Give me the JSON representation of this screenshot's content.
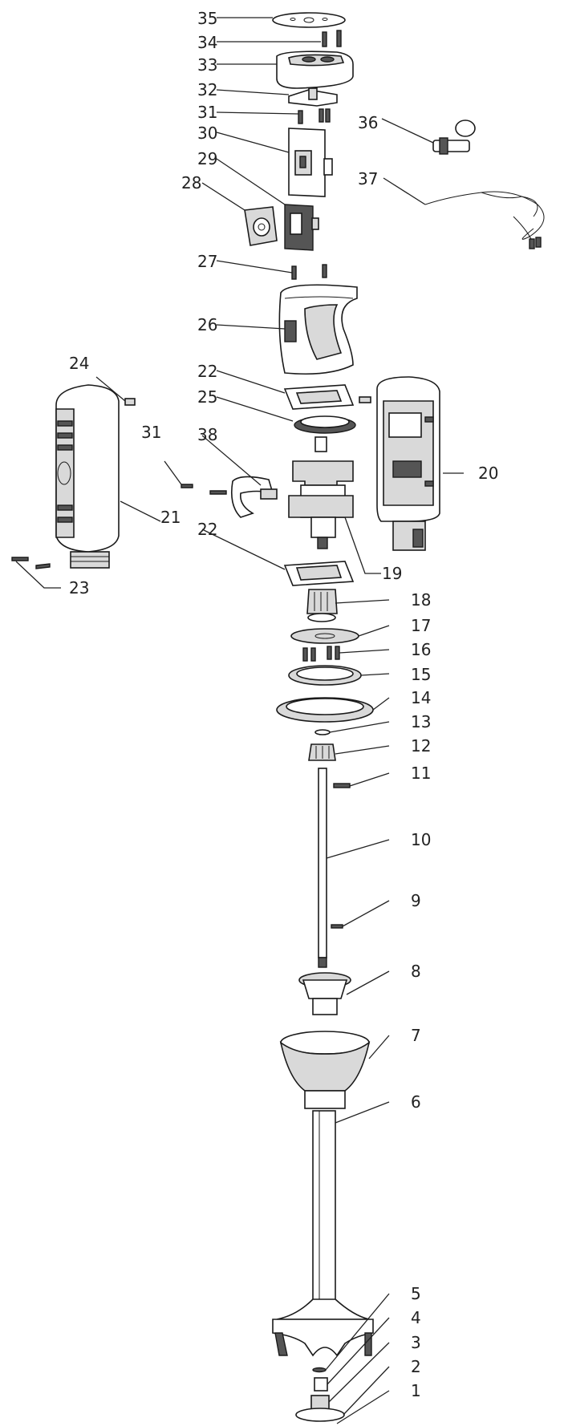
{
  "labels": {
    "n1": "1",
    "n2": "2",
    "n3": "3",
    "n4": "4",
    "n5": "5",
    "n6": "6",
    "n7": "7",
    "n8": "8",
    "n9": "9",
    "n10": "10",
    "n11": "11",
    "n12": "12",
    "n13": "13",
    "n14": "14",
    "n15": "15",
    "n16": "16",
    "n17": "17",
    "n18": "18",
    "n19": "19",
    "n20": "20",
    "n21": "21",
    "n22a": "22",
    "n22b": "22",
    "n23": "23",
    "n24": "24",
    "n25": "25",
    "n26": "26",
    "n27": "27",
    "n28": "28",
    "n29": "29",
    "n30": "30",
    "n31a": "31",
    "n31b": "31",
    "n32": "32",
    "n33": "33",
    "n34": "34",
    "n35": "35",
    "n36": "36",
    "n37": "37",
    "n38": "38"
  }
}
